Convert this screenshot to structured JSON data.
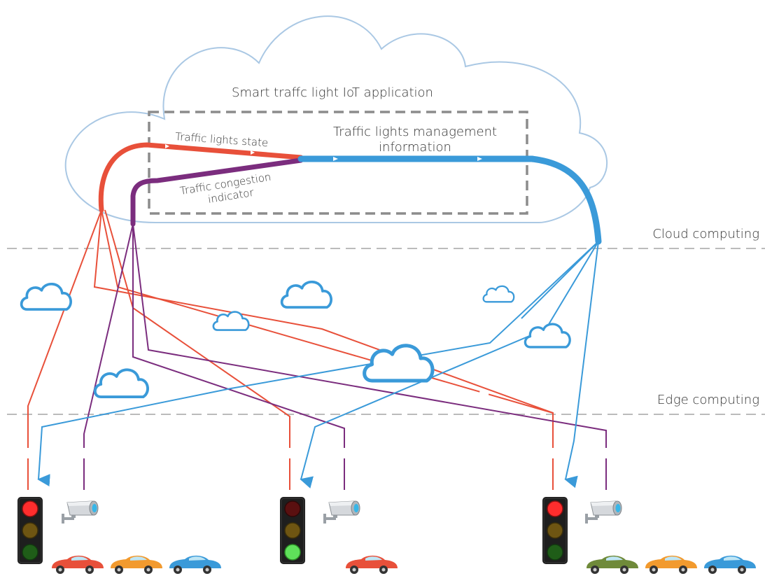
{
  "labels": {
    "app_title": "Smart traffc light IoT application",
    "lights_state": "Traffic lights state",
    "congestion_line1": "Traffic congestion",
    "congestion_line2": "indicator",
    "mgmt_line1": "Traffic lights management",
    "mgmt_line2": "information",
    "cloud_layer": "Cloud computing",
    "edge_layer": "Edge computing"
  },
  "colors": {
    "state_red": "#e8503a",
    "congestion_purple": "#7b2d7e",
    "management_blue": "#3a9ad9",
    "cloud_outline": "#aac8e4",
    "divider_gray": "#bbbbbb",
    "box_dash_gray": "#8c8c8c"
  },
  "icons": [
    "cloud-icon",
    "traffic-light-icon",
    "camera-icon",
    "car-icon"
  ],
  "intersections": [
    {
      "name": "left",
      "active_light": "red",
      "cars": [
        "red",
        "orange",
        "blue"
      ]
    },
    {
      "name": "middle",
      "active_light": "green",
      "cars": [
        "red"
      ]
    },
    {
      "name": "right",
      "active_light": "red",
      "cars": [
        "olive",
        "orange",
        "blue"
      ]
    }
  ]
}
